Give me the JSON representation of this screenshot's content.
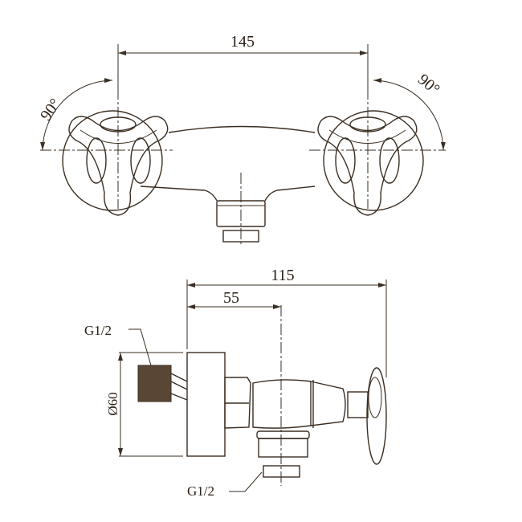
{
  "front_view": {
    "width_dim": "145",
    "left_angle": "90°",
    "right_angle": "90°"
  },
  "side_view": {
    "depth_dim": "115",
    "outlet_dim": "55",
    "diameter_dim": "Ø60",
    "inlet_thread": "G1/2",
    "outlet_thread": "G1/2"
  },
  "colors": {
    "line": "#3a2e22",
    "thread_fill": "#5a4634"
  }
}
